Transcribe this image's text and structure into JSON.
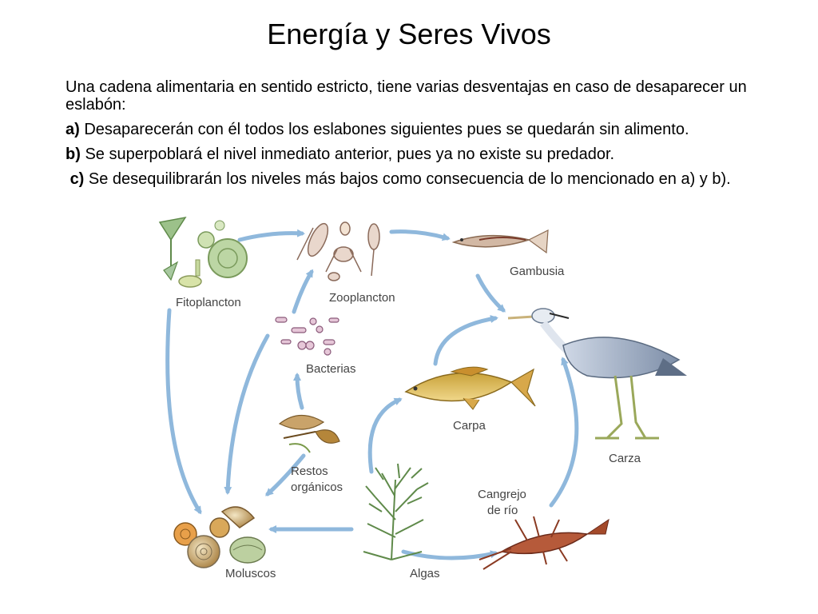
{
  "slide": {
    "title": "Energía y Seres Vivos",
    "intro": "Una cadena alimentaria en sentido estricto, tiene varias desventajas en caso de desaparecer un eslabón:",
    "points": [
      {
        "marker": "a)",
        "text": " Desaparecerán con él todos los eslabones siguientes pues se quedarán sin alimento."
      },
      {
        "marker": "b)",
        "text": " Se superpoblará el nivel inmediato anterior, pues ya no existe su predador."
      },
      {
        "marker": "c)",
        "text": " Se desequilibrarán los niveles más bajos como consecuencia de lo mencionado en a) y b)."
      }
    ]
  },
  "diagram": {
    "labels": {
      "fitoplancton": "Fitoplancton",
      "zooplancton": "Zooplancton",
      "gambusia": "Gambusia",
      "bacterias": "Bacterias",
      "carpa": "Carpa",
      "carza": "Carza",
      "restos_1": "Restos",
      "restos_2": "orgánicos",
      "cangrejo_1": "Cangrejo",
      "cangrejo_2": "de río",
      "moluscos": "Moluscos",
      "algas": "Algas"
    },
    "colors": {
      "arrow": "#8fb8dc",
      "label": "#444444"
    }
  }
}
